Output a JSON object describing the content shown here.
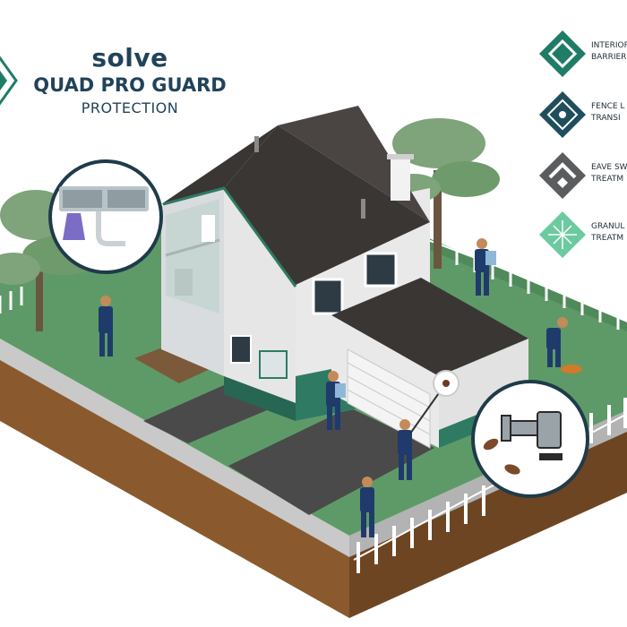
{
  "brand": {
    "line1": "solve",
    "line2": "QUAD PRO GUARD",
    "line3": "PROTECTION"
  },
  "legend": [
    {
      "line1": "INTERIOR",
      "line2": "BARRIER",
      "color": "#1f7c66",
      "icon": "diamond-icon"
    },
    {
      "line1": "FENCE L",
      "line2": "TRANSI",
      "color": "#1f4f5d",
      "icon": "diamond-pattern-icon"
    },
    {
      "line1": "EAVE SW",
      "line2": "TREATM",
      "color": "#5a5d60",
      "icon": "roof-diamond-icon"
    },
    {
      "line1": "GRANUL",
      "line2": "TREATM",
      "color": "#6ccaa0",
      "icon": "grid-diamond-icon"
    }
  ],
  "colors": {
    "lawn": "#5e9a68",
    "soil": "#8a5a2e",
    "roof": "#3a3634",
    "wall": "#e6e6e6",
    "uniform": "#1f3b6b",
    "brand": "#21435a"
  }
}
